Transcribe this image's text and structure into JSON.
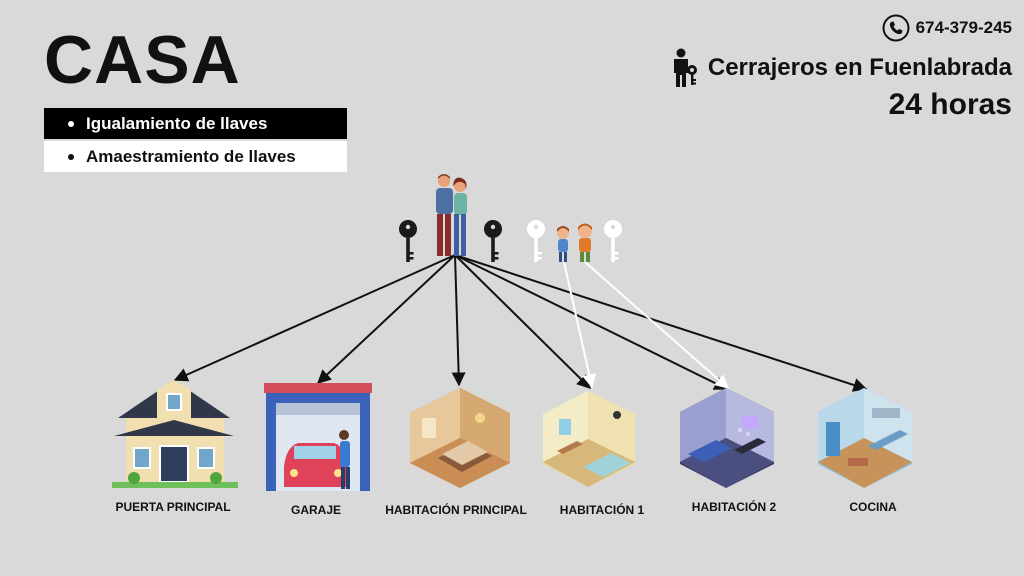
{
  "header": {
    "title": "CASA",
    "bullets": [
      "Igualamiento de llaves",
      "Amaestramiento de llaves"
    ]
  },
  "contact": {
    "phone": "674-379-245",
    "company": "Cerrajeros en Fuenlabrada",
    "hours": "24 horas"
  },
  "keys": {
    "parents_key_color": "#1a1a1a",
    "children_key_color": "#ffffff"
  },
  "rooms": [
    {
      "label": "PUERTA PRINCIPAL",
      "icon": "house-icon",
      "key": "black"
    },
    {
      "label": "GARAJE",
      "icon": "garage-icon",
      "key": "black"
    },
    {
      "label": "HABITACIÓN PRINCIPAL",
      "icon": "master-bedroom-icon",
      "key": "black"
    },
    {
      "label": "HABITACIÓN 1",
      "icon": "bedroom-1-icon",
      "key": "black+white"
    },
    {
      "label": "HABITACIÓN 2",
      "icon": "bedroom-2-icon",
      "key": "black+white"
    },
    {
      "label": "COCINA",
      "icon": "kitchen-icon",
      "key": "black"
    }
  ]
}
